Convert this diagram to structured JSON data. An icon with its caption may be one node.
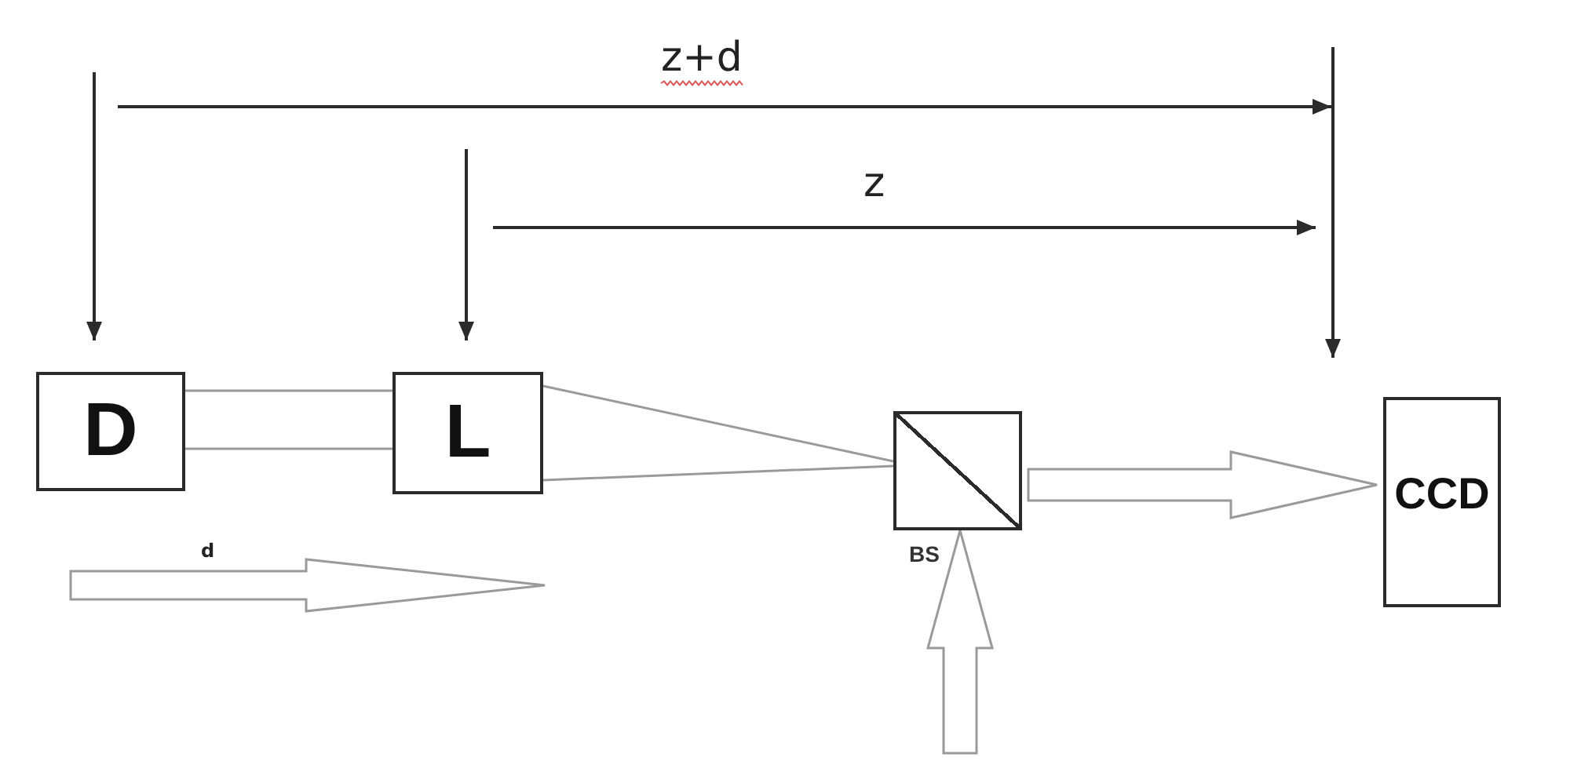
{
  "diagram": {
    "nodes": [
      {
        "text": [
          "D"
        ]
      },
      {
        "text": [
          "L"
        ]
      },
      {
        "text": [
          "BS"
        ]
      },
      {
        "text": [
          "CCD"
        ]
      }
    ],
    "edges": [
      {
        "from": 0,
        "to": 1,
        "arrow": "none"
      },
      {
        "from": 1,
        "to": 2,
        "arrow": "none"
      },
      {
        "from": 2,
        "to": 3,
        "arrow": "to"
      },
      {
        "from": null,
        "to": 2,
        "arrow": "to"
      }
    ],
    "labels": [
      "z+d",
      "z",
      "d"
    ]
  }
}
